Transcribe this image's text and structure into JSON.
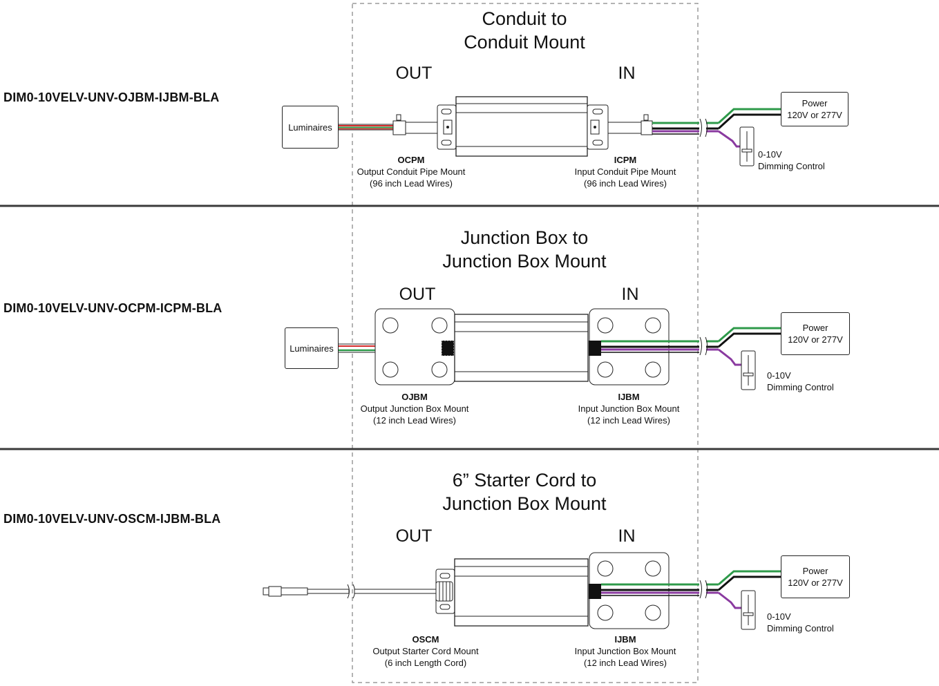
{
  "rows": [
    {
      "model": "DIM0-10VELV-UNV-OJBM-IJBM-BLA",
      "title_line1": "Conduit to",
      "title_line2": "Conduit Mount",
      "out_label": "OUT",
      "in_label": "IN",
      "load_label": "Luminaires",
      "out_code": "OCPM",
      "out_desc": "Output Conduit Pipe Mount",
      "out_lead": "(96 inch Lead Wires)",
      "in_code": "ICPM",
      "in_desc": "Input Conduit Pipe Mount",
      "in_lead": "(96 inch Lead Wires)",
      "power_line1": "Power",
      "power_line2": "120V or 277V",
      "control_line1": "0-10V",
      "control_line2": "Dimming Control"
    },
    {
      "model": "DIM0-10VELV-UNV-OCPM-ICPM-BLA",
      "title_line1": "Junction Box to",
      "title_line2": "Junction Box Mount",
      "out_label": "OUT",
      "in_label": "IN",
      "load_label": "Luminaires",
      "out_code": "OJBM",
      "out_desc": "Output Junction Box Mount",
      "out_lead": "(12 inch Lead Wires)",
      "in_code": "IJBM",
      "in_desc": "Input Junction Box Mount",
      "in_lead": "(12 inch Lead Wires)",
      "power_line1": "Power",
      "power_line2": "120V or 277V",
      "control_line1": "0-10V",
      "control_line2": "Dimming Control"
    },
    {
      "model": "DIM0-10VELV-UNV-OSCM-IJBM-BLA",
      "title_line1": "6” Starter Cord to",
      "title_line2": "Junction Box Mount",
      "out_label": "OUT",
      "in_label": "IN",
      "out_code": "OSCM",
      "out_desc": "Output Starter Cord Mount",
      "out_lead": "(6 inch Length Cord)",
      "in_code": "IJBM",
      "in_desc": "Input Junction Box Mount",
      "in_lead": "(12 inch Lead Wires)",
      "power_line1": "Power",
      "power_line2": "120V or 277V",
      "control_line1": "0-10V",
      "control_line2": "Dimming Control"
    }
  ],
  "colors": {
    "wire_red": "#d42a2a",
    "wire_green": "#2e9a4a",
    "wire_black": "#111111",
    "wire_purple": "#8a3aa0",
    "wire_white": "#ffffff",
    "divider": "#3a3a3a",
    "dashed_frame": "#9a9a9a"
  }
}
